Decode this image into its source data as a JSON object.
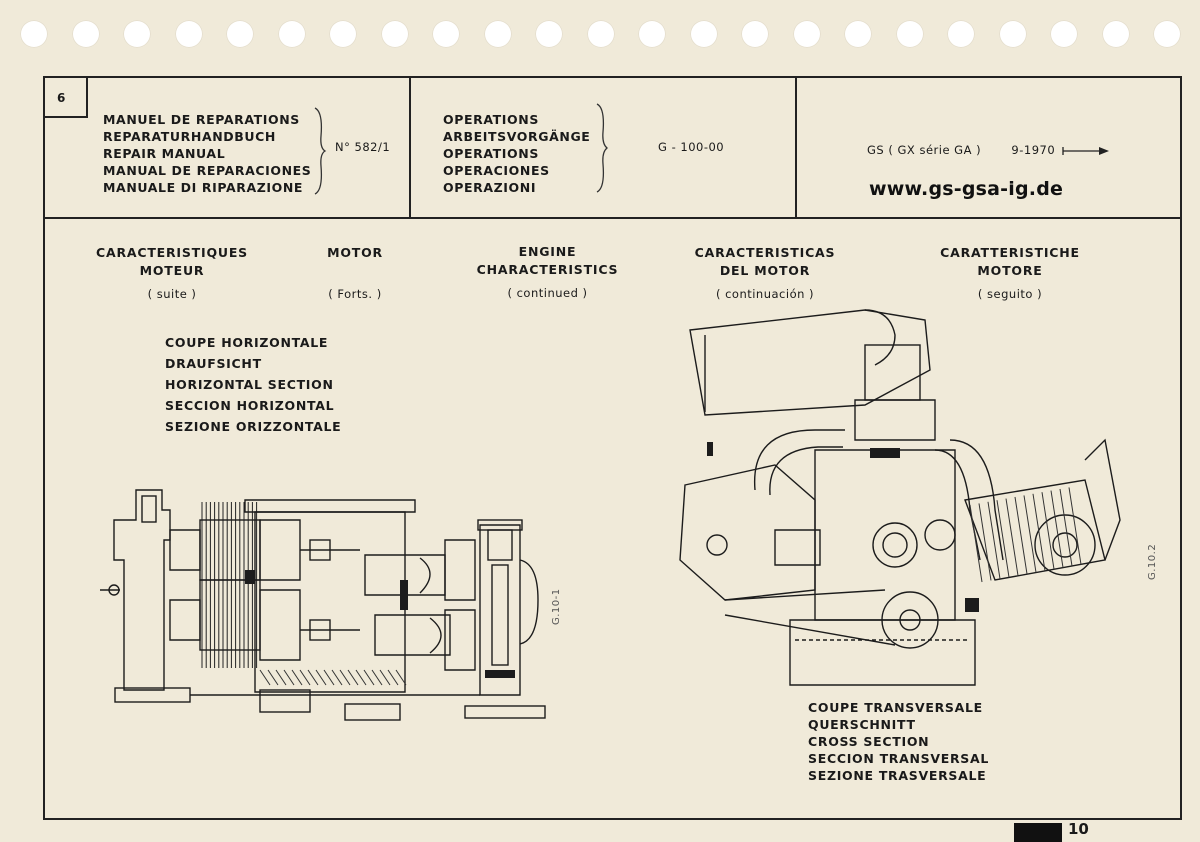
{
  "header": {
    "page_number": "6",
    "manual_titles": [
      "MANUEL DE REPARATIONS",
      "REPARATURHANDBUCH",
      "REPAIR MANUAL",
      "MANUAL DE REPARACIONES",
      "MANUALE DI RIPARAZIONE"
    ],
    "manual_number": "N° 582/1",
    "operation_titles": [
      "OPERATIONS",
      "ARBEITSVORGÄNGE",
      "OPERATIONS",
      "OPERACIONES",
      "OPERAZIONI"
    ],
    "operation_code": "G - 100-00",
    "model": "GS ( GX série GA )",
    "date": "9-1970",
    "website": "www.gs-gsa-ig.de"
  },
  "columns": [
    {
      "title": [
        "CARACTERISTIQUES",
        "MOTEUR"
      ],
      "sub": "( suite )"
    },
    {
      "title": [
        "MOTOR"
      ],
      "sub": "( Forts. )"
    },
    {
      "title": [
        "ENGINE",
        "CHARACTERISTICS"
      ],
      "sub": "( continued )"
    },
    {
      "title": [
        "CARACTERISTICAS",
        "DEL MOTOR"
      ],
      "sub": "( continuación )"
    },
    {
      "title": [
        "CARATTERISTICHE",
        "MOTORE"
      ],
      "sub": "( seguito )"
    }
  ],
  "horizontal_section": [
    "COUPE HORIZONTALE",
    "DRAUFSICHT",
    "HORIZONTAL SECTION",
    "SECCION HORIZONTAL",
    "SEZIONE ORIZZONTALE"
  ],
  "cross_section": [
    "COUPE TRANSVERSALE",
    "QUERSCHNITT",
    "CROSS SECTION",
    "SECCION TRANSVERSAL",
    "SEZIONE TRASVERSALE"
  ],
  "figures": {
    "left": "G.10-1",
    "right": "G.10.2"
  },
  "footer": {
    "page": "10"
  }
}
